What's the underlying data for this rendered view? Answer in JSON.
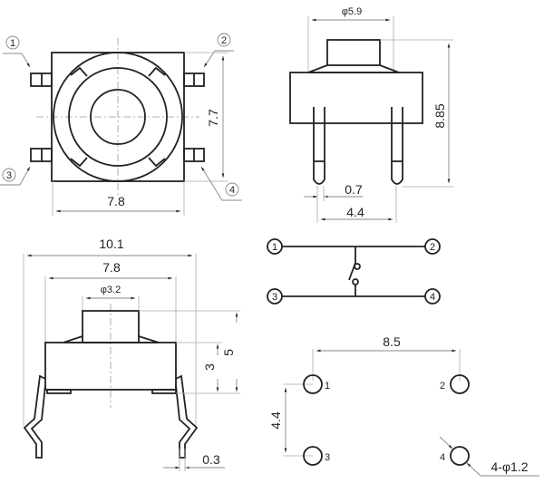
{
  "top_view": {
    "pin_labels": [
      "1",
      "2",
      "3",
      "4"
    ],
    "height_dim": "7.7",
    "width_dim": "7.8"
  },
  "side_view": {
    "button_dia": "φ5.9",
    "height_dim": "8.85",
    "pin_width": "0.7",
    "pin_spacing": "4.4"
  },
  "front_view": {
    "overall_width": "10.1",
    "body_width": "7.8",
    "button_dia": "φ3.2",
    "body_height": "3",
    "total_height": "5",
    "lead_thickness": "0.3"
  },
  "schematic": {
    "pin_labels": [
      "1",
      "2",
      "3",
      "4"
    ]
  },
  "footprint": {
    "x_spacing": "8.5",
    "y_spacing": "4.4",
    "hole_labels": [
      "1",
      "2",
      "3",
      "4"
    ],
    "hole_spec": "4-φ1.2"
  }
}
